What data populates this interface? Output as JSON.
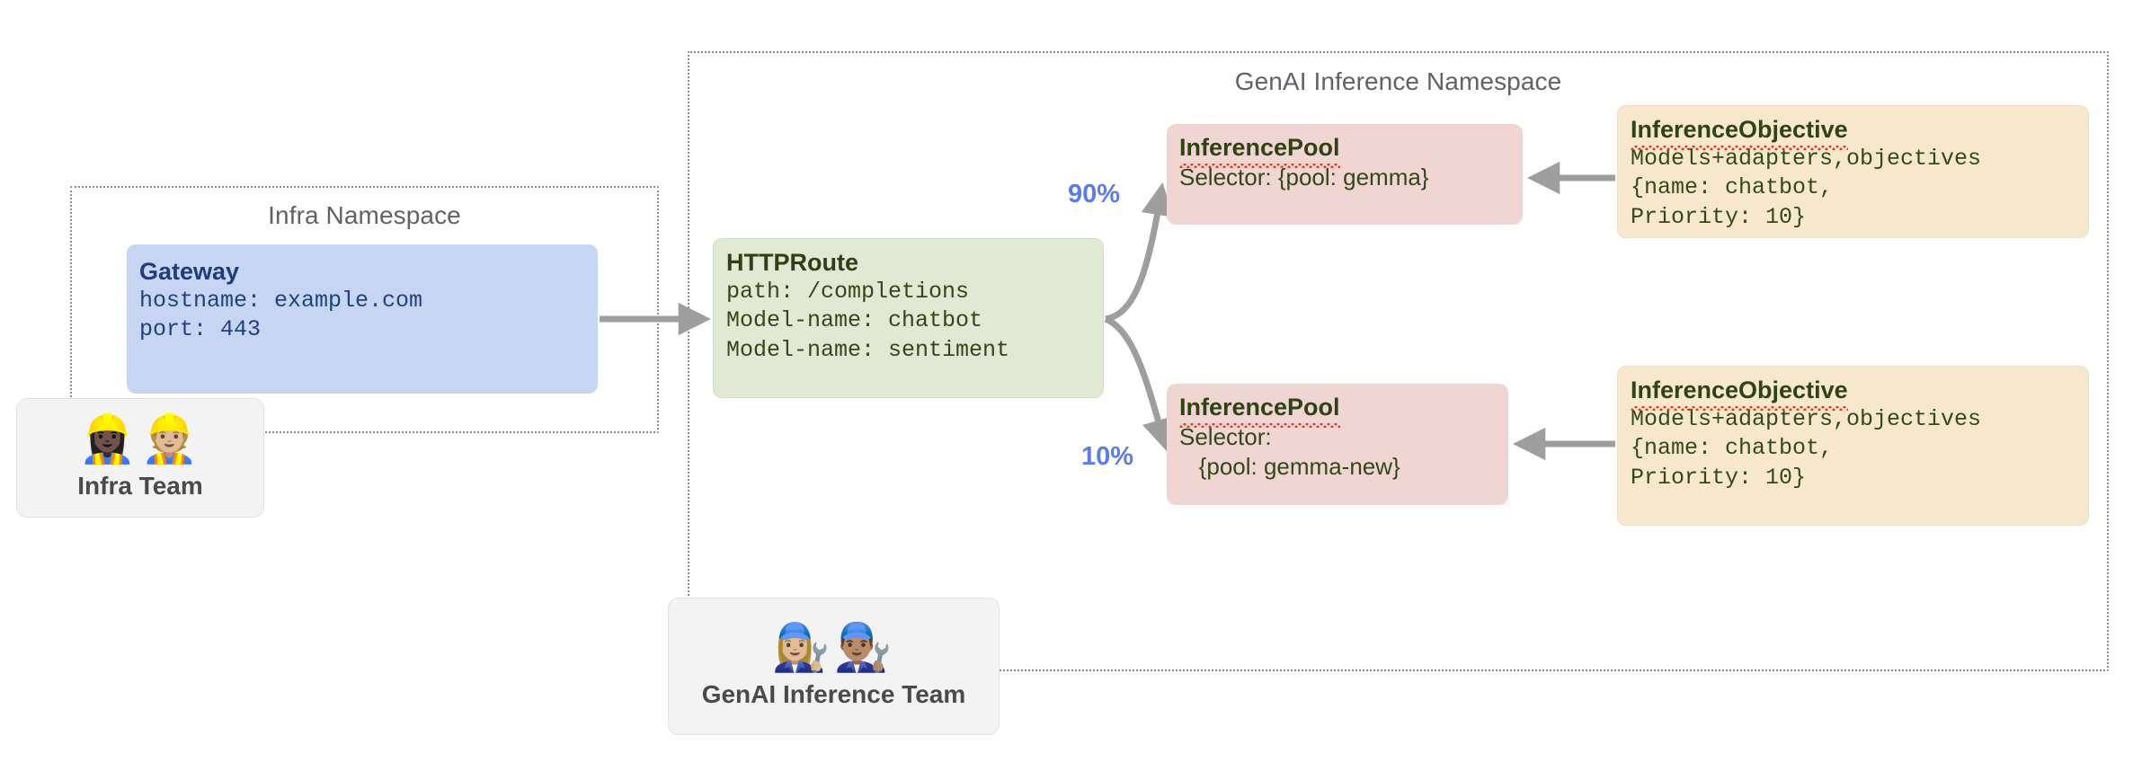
{
  "namespaces": [
    {
      "id": "infra",
      "title": "Infra Namespace"
    },
    {
      "id": "genai",
      "title": "GenAI Inference Namespace"
    }
  ],
  "nodes": {
    "gateway": {
      "title": "Gateway",
      "line1": "hostname: example.com",
      "line2": "port: 443"
    },
    "httproute": {
      "title": "HTTPRoute",
      "line1": "path: /completions",
      "line2": "Model-name: chatbot",
      "line3": "Model-name: sentiment"
    },
    "pool1": {
      "title": "InferencePool",
      "line1": "Selector: {pool: gemma}"
    },
    "pool2": {
      "title": "InferencePool",
      "line1": "Selector:",
      "line2": "   {pool: gemma-new}"
    },
    "objective1": {
      "title": "InferenceObjective",
      "line1": "Models+adapters,objectives",
      "line2": "{name: chatbot,",
      "line3": "Priority: 10}"
    },
    "objective2": {
      "title": "InferenceObjective",
      "line1": "Models+adapters,objectives",
      "line2": "{name: chatbot,",
      "line3": "Priority: 10}"
    }
  },
  "teams": {
    "infra": {
      "label": "Infra Team",
      "emojis": "👷🏿‍♀️👷🏼"
    },
    "genai": {
      "label": "GenAI Inference Team",
      "emojis": "👩🏼‍🔧👨🏽‍🔧"
    }
  },
  "edges": {
    "gateway_to_route": {
      "label": ""
    },
    "route_to_pool1": {
      "label": "90%"
    },
    "route_to_pool2": {
      "label": "10%"
    },
    "objective1_to_pool1": {
      "label": ""
    },
    "objective2_to_pool2": {
      "label": ""
    }
  },
  "colors": {
    "gateway_bg": "#c5d5f2",
    "gateway_text": "#21377a",
    "httproute_bg": "#dfe9d3",
    "inferencepool_bg": "#f0d6d2",
    "inferenceobjective_bg": "#f7e7cd",
    "node_text": "#2f4314",
    "edge": "#9e9e9e",
    "percent_label": "#5b7bf0",
    "namespace_border": "#8d8d92",
    "namespace_title": "#5f6368",
    "team_card_bg": "#f3f3f3",
    "team_label": "#4a4a4a",
    "spellcheck_squiggle": "#e03b28"
  }
}
